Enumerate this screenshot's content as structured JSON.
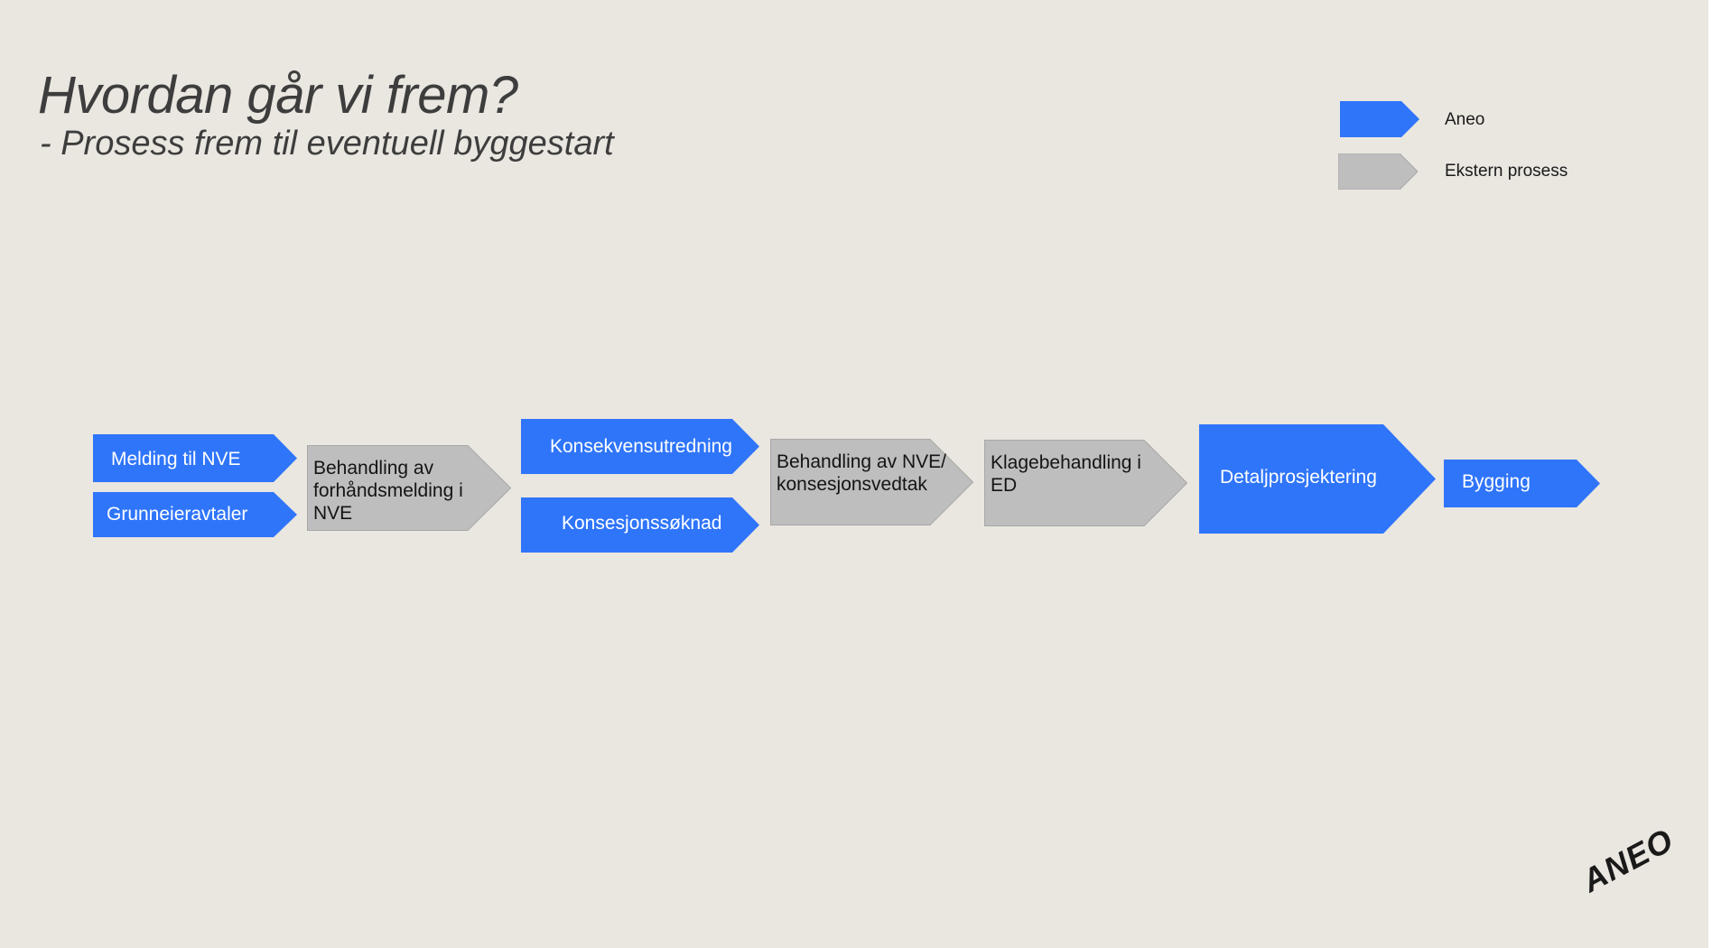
{
  "header": {
    "title": "Hvordan går vi frem?",
    "subtitle": "- Prosess frem til eventuell byggestart"
  },
  "legend": {
    "items": [
      {
        "label": "Aneo",
        "kind": "aneo"
      },
      {
        "label": "Ekstern prosess",
        "kind": "ekstern"
      }
    ]
  },
  "colors": {
    "aneo": "#2f75fa",
    "ekstern": "#bebebe",
    "background": "#eae6e0"
  },
  "process": {
    "steps": [
      {
        "label": "Melding til NVE",
        "kind": "aneo"
      },
      {
        "label": "Grunneieravtaler",
        "kind": "aneo"
      },
      {
        "label": "Behandling av forhåndsmelding i NVE",
        "kind": "ekstern"
      },
      {
        "label": "Konsekvensutredning",
        "kind": "aneo"
      },
      {
        "label": "Konsesjonssøknad",
        "kind": "aneo"
      },
      {
        "label": "Behandling av NVE/ konsesjonsvedtak",
        "kind": "ekstern"
      },
      {
        "label": "Klagebehandling i ED",
        "kind": "ekstern"
      },
      {
        "label": "Detaljprosjektering",
        "kind": "aneo"
      },
      {
        "label": "Bygging",
        "kind": "aneo"
      }
    ]
  },
  "footer": {
    "logo": "ANEO"
  }
}
